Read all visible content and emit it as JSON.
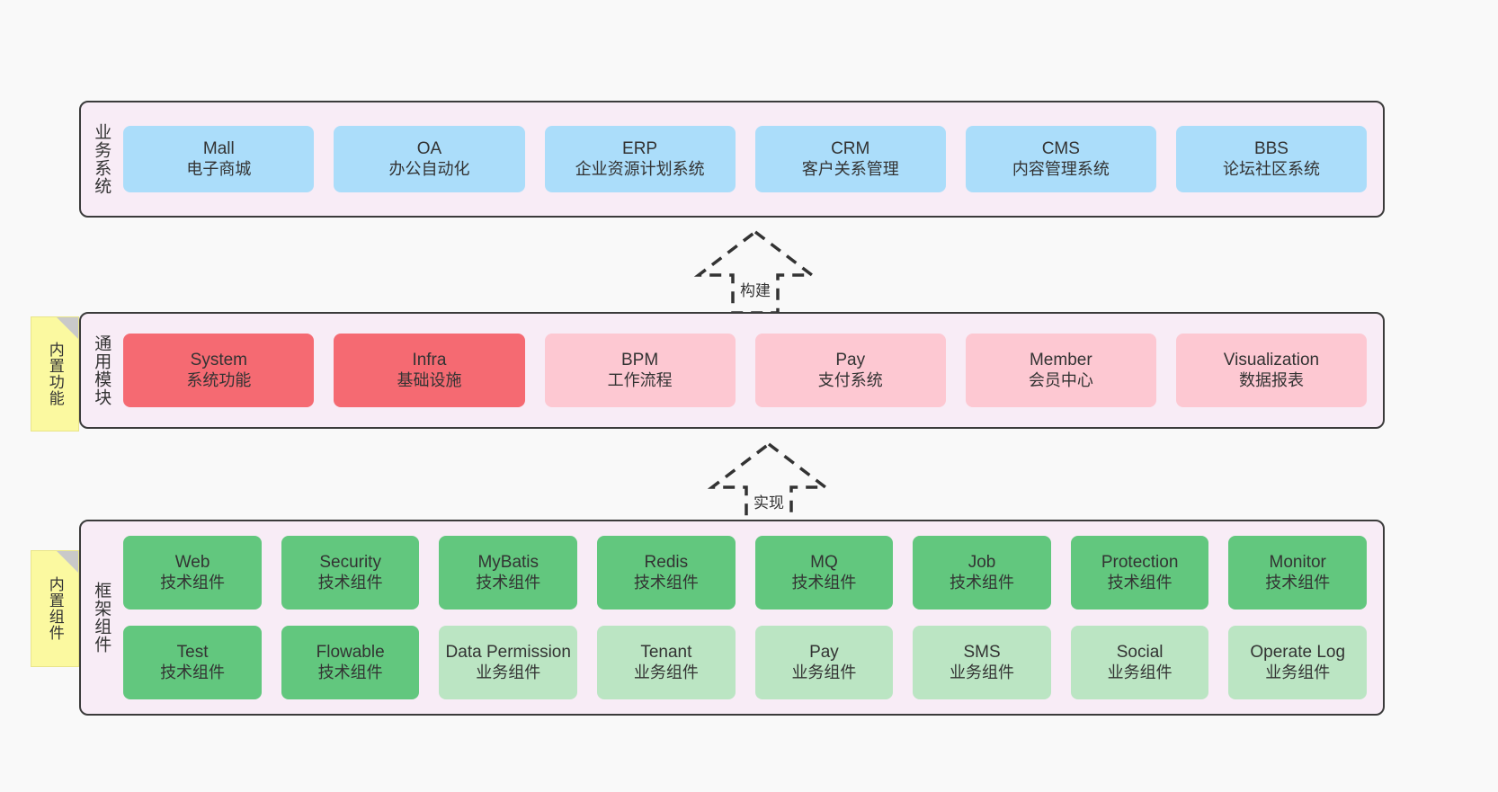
{
  "layers": [
    {
      "id": "business",
      "title": "业务系统",
      "rows": [
        {
          "cards": [
            {
              "en": "Mall",
              "cn": "电子商城",
              "color": "blue"
            },
            {
              "en": "OA",
              "cn": "办公自动化",
              "color": "blue"
            },
            {
              "en": "ERP",
              "cn": "企业资源计划系统",
              "color": "blue"
            },
            {
              "en": "CRM",
              "cn": "客户关系管理",
              "color": "blue"
            },
            {
              "en": "CMS",
              "cn": "内容管理系统",
              "color": "blue"
            },
            {
              "en": "BBS",
              "cn": "论坛社区系统",
              "color": "blue"
            }
          ]
        }
      ]
    },
    {
      "id": "modules",
      "title": "通用模块",
      "note": "内置功能",
      "rows": [
        {
          "cards": [
            {
              "en": "System",
              "cn": "系统功能",
              "color": "red"
            },
            {
              "en": "Infra",
              "cn": "基础设施",
              "color": "red"
            },
            {
              "en": "BPM",
              "cn": "工作流程",
              "color": "pink"
            },
            {
              "en": "Pay",
              "cn": "支付系统",
              "color": "pink"
            },
            {
              "en": "Member",
              "cn": "会员中心",
              "color": "pink"
            },
            {
              "en": "Visualization",
              "cn": "数据报表",
              "color": "pink"
            }
          ]
        }
      ]
    },
    {
      "id": "framework",
      "title": "框架组件",
      "note": "内置组件",
      "rows": [
        {
          "cards": [
            {
              "en": "Web",
              "cn": "技术组件",
              "color": "green"
            },
            {
              "en": "Security",
              "cn": "技术组件",
              "color": "green"
            },
            {
              "en": "MyBatis",
              "cn": "技术组件",
              "color": "green"
            },
            {
              "en": "Redis",
              "cn": "技术组件",
              "color": "green"
            },
            {
              "en": "MQ",
              "cn": "技术组件",
              "color": "green"
            },
            {
              "en": "Job",
              "cn": "技术组件",
              "color": "green"
            },
            {
              "en": "Protection",
              "cn": "技术组件",
              "color": "green"
            },
            {
              "en": "Monitor",
              "cn": "技术组件",
              "color": "green"
            }
          ]
        },
        {
          "cards": [
            {
              "en": "Test",
              "cn": "技术组件",
              "color": "green"
            },
            {
              "en": "Flowable",
              "cn": "技术组件",
              "color": "green"
            },
            {
              "en": "Data Permission",
              "cn": "业务组件",
              "color": "lgreen"
            },
            {
              "en": "Tenant",
              "cn": "业务组件",
              "color": "lgreen"
            },
            {
              "en": "Pay",
              "cn": "业务组件",
              "color": "lgreen"
            },
            {
              "en": "SMS",
              "cn": "业务组件",
              "color": "lgreen"
            },
            {
              "en": "Social",
              "cn": "业务组件",
              "color": "lgreen"
            },
            {
              "en": "Operate Log",
              "cn": "业务组件",
              "color": "lgreen"
            }
          ]
        }
      ]
    }
  ],
  "arrows": [
    {
      "id": "build",
      "label": "构建"
    },
    {
      "id": "implement",
      "label": "实现"
    }
  ],
  "colors": {
    "page_background": "#f9f9f9",
    "layer_background": "#f8ecf6",
    "layer_border": "#3b3b3b",
    "blue": "#abddfa",
    "red": "#f56a72",
    "pink": "#fdc8d2",
    "green": "#62c77e",
    "light_green": "#bbe5c3",
    "note_yellow": "#fbf9a0",
    "note_fold": "#c9c9c9",
    "text": "#333333"
  }
}
